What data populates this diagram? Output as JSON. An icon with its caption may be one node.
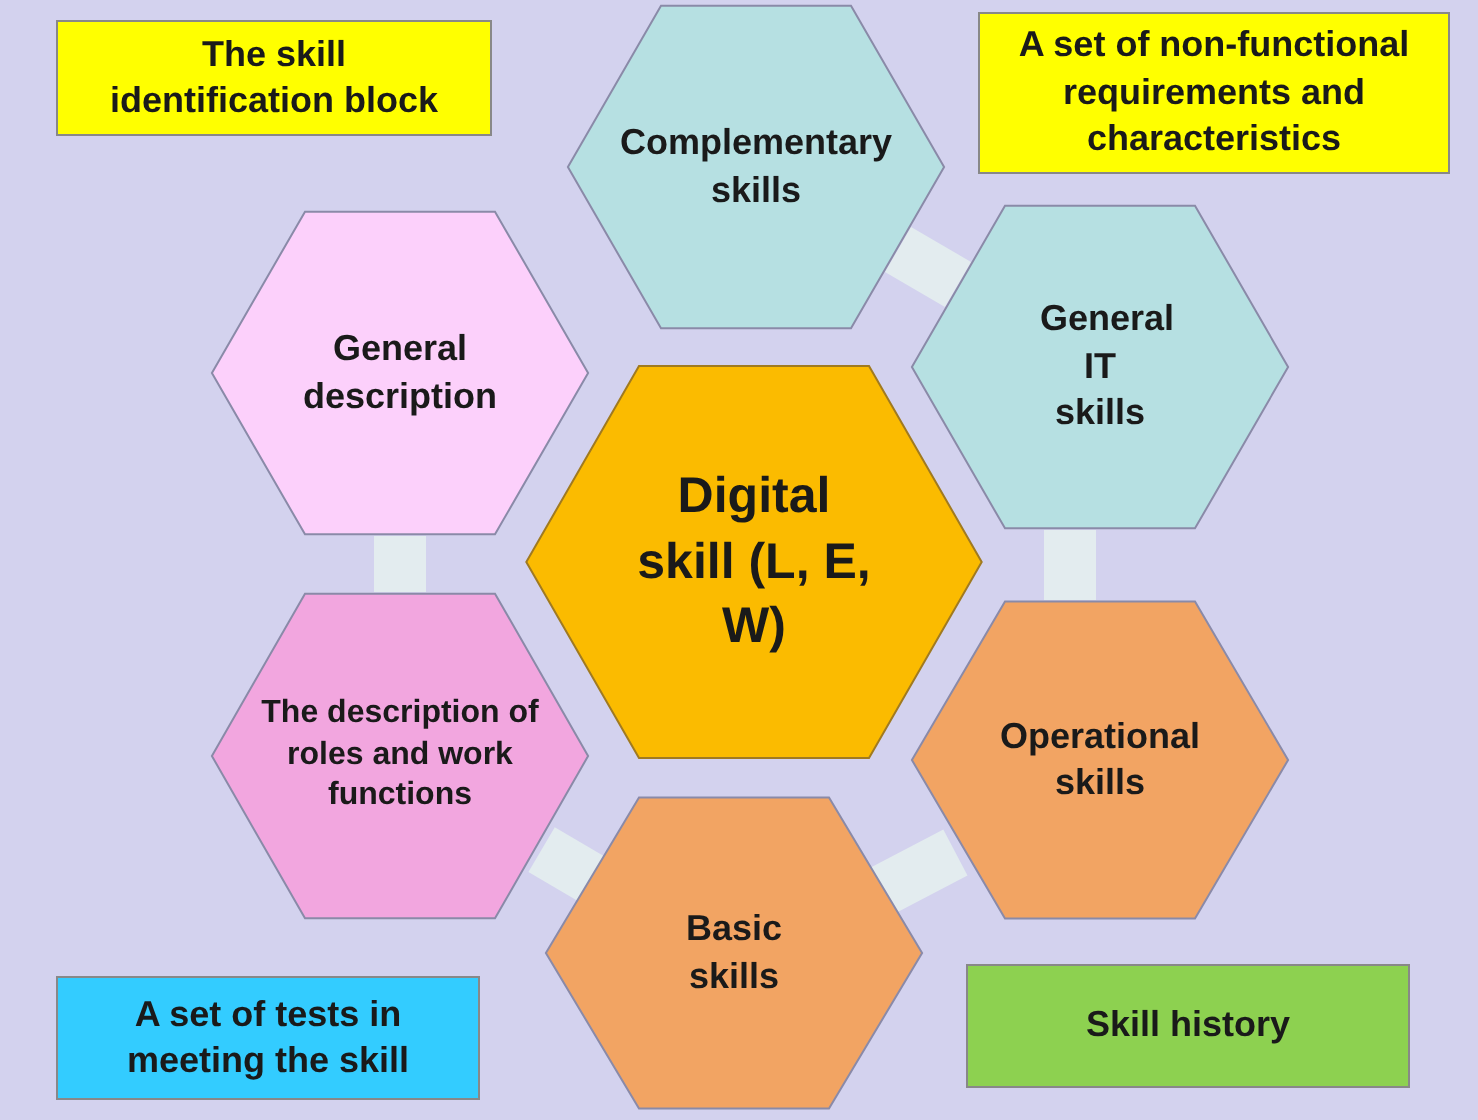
{
  "diagram": {
    "nodes": [
      {
        "text": [
          "The skill identification block"
        ]
      },
      {
        "text": [
          "Complementary skills"
        ]
      },
      {
        "text": [
          "A set of non-functional requirements and characteristics"
        ]
      },
      {
        "text": [
          "General description"
        ]
      },
      {
        "text": [
          "General IT skills"
        ]
      },
      {
        "text": [
          "Digital skill (L, E, W)"
        ]
      },
      {
        "text": [
          "The description of roles and work functions"
        ]
      },
      {
        "text": [
          "Operational skills"
        ]
      },
      {
        "text": [
          "Basic skills"
        ]
      },
      {
        "text": [
          "A set of tests in meeting the skill"
        ]
      },
      {
        "text": [
          "Skill history"
        ]
      }
    ],
    "edges": [
      {
        "from": 1,
        "to": 4,
        "arrow": "none"
      },
      {
        "from": 4,
        "to": 7,
        "arrow": "none"
      },
      {
        "from": 7,
        "to": 8,
        "arrow": "none"
      },
      {
        "from": 8,
        "to": 6,
        "arrow": "none"
      },
      {
        "from": 6,
        "to": 3,
        "arrow": "none"
      }
    ]
  }
}
